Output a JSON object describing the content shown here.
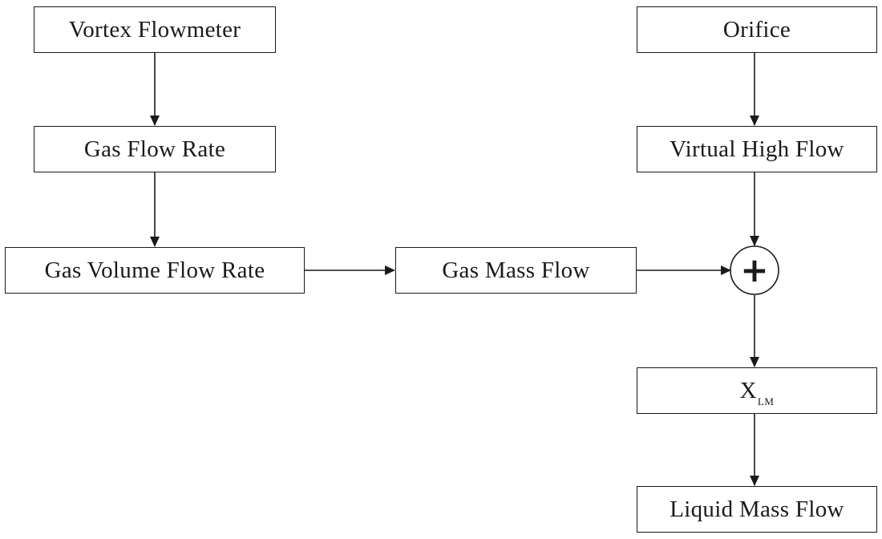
{
  "nodes": {
    "vortex_flowmeter": "Vortex Flowmeter",
    "gas_flow_rate": "Gas Flow Rate",
    "gas_volume_flow_rate": "Gas Volume Flow Rate",
    "gas_mass_flow": "Gas Mass Flow",
    "orifice": "Orifice",
    "virtual_high_flow": "Virtual High Flow",
    "xlm_main": "X",
    "xlm_sub": "LM",
    "liquid_mass_flow": "Liquid Mass Flow"
  },
  "summing_junction": {
    "symbol": "+"
  },
  "edges": [
    [
      "vortex_flowmeter",
      "gas_flow_rate"
    ],
    [
      "gas_flow_rate",
      "gas_volume_flow_rate"
    ],
    [
      "gas_volume_flow_rate",
      "gas_mass_flow"
    ],
    [
      "gas_mass_flow",
      "summing_junction"
    ],
    [
      "orifice",
      "virtual_high_flow"
    ],
    [
      "virtual_high_flow",
      "summing_junction"
    ],
    [
      "summing_junction",
      "xlm"
    ],
    [
      "xlm",
      "liquid_mass_flow"
    ]
  ]
}
